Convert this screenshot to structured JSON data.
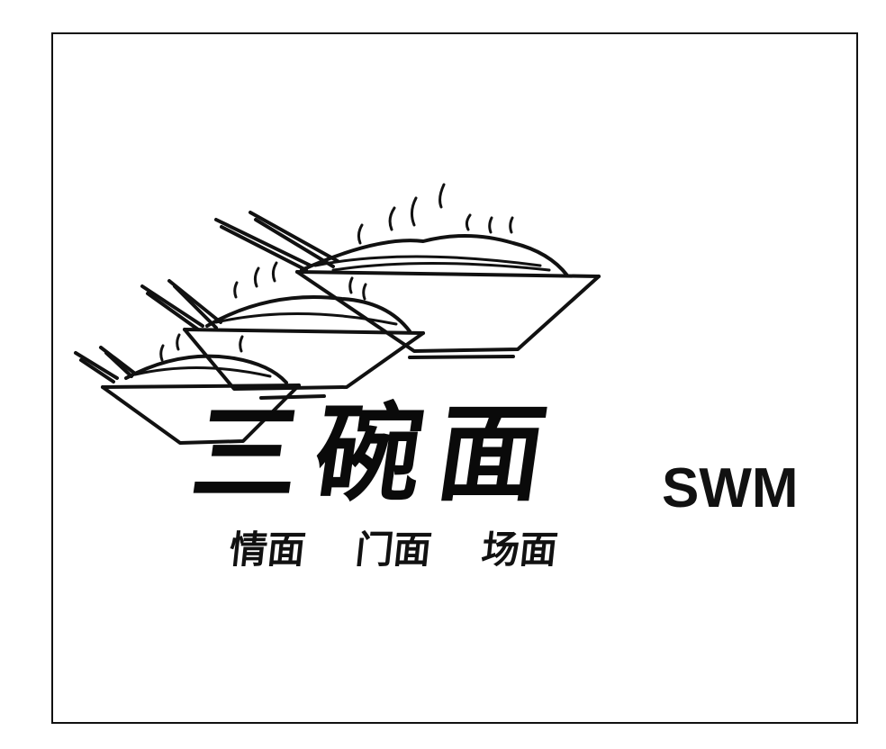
{
  "logo": {
    "title_cn": "三碗面",
    "title_en": "SWM",
    "slogans": [
      "情面",
      "门面",
      "场面"
    ]
  },
  "colors": {
    "ink": "#111111",
    "background": "#ffffff"
  }
}
